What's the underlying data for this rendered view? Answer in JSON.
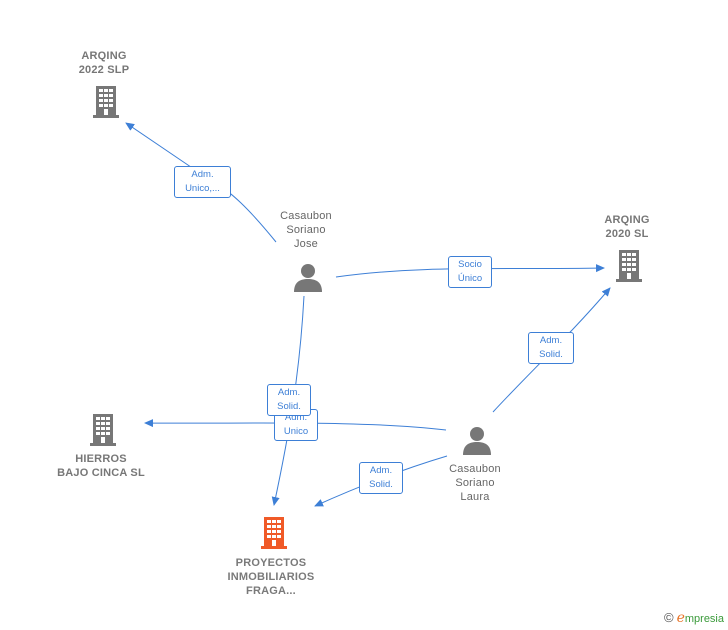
{
  "nodes": {
    "arqing2022": {
      "lines": [
        "ARQING",
        "2022  SLP"
      ]
    },
    "arqing2020": {
      "lines": [
        "ARQING",
        "2020  SL"
      ]
    },
    "hierros": {
      "lines": [
        "HIERROS",
        "BAJO CINCA SL"
      ]
    },
    "proyectos": {
      "lines": [
        "PROYECTOS",
        "INMOBILIARIOS",
        "FRAGA..."
      ]
    },
    "jose": {
      "lines": [
        "Casaubon",
        "Soriano",
        "Jose"
      ]
    },
    "laura": {
      "lines": [
        "Casaubon",
        "Soriano",
        "Laura"
      ]
    }
  },
  "edges": {
    "jose_arqing2022": {
      "lines": [
        "Adm.",
        "Unico,..."
      ]
    },
    "jose_arqing2020": {
      "lines": [
        "Socio",
        "Único"
      ]
    },
    "laura_arqing2020": {
      "lines": [
        "Adm.",
        "Solid."
      ]
    },
    "jose_proyectos": {
      "lines": [
        "Adm.",
        "Solid."
      ]
    },
    "laura_hierros": {
      "lines": [
        "Adm.",
        "Unico"
      ]
    },
    "laura_proyectos": {
      "lines": [
        "Adm.",
        "Solid."
      ]
    }
  },
  "colors": {
    "edge": "#3d7fd6",
    "company_icon": "#777777",
    "target_icon": "#f05a28",
    "person_icon": "#777777"
  },
  "brand": {
    "copyright": "©",
    "initial": "e",
    "name": "mpresia"
  }
}
